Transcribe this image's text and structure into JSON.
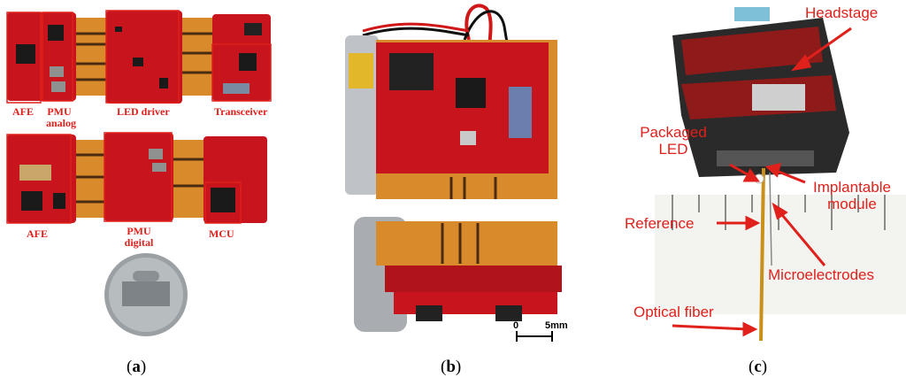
{
  "panel_a": {
    "labels": {
      "afe_top": "AFE",
      "pmu_analog": "PMU analog",
      "led_driver": "LED driver",
      "transceiver": "Transceiver",
      "afe_bottom": "AFE",
      "pmu_digital": "PMU digital",
      "mcu": "MCU"
    },
    "caption": "a"
  },
  "panel_b": {
    "scale_zero": "0",
    "scale_length": "5mm",
    "caption": "b"
  },
  "panel_c": {
    "labels": {
      "headstage": "Headstage",
      "packaged_led": "Packaged LED",
      "implantable_module": "Implantable module",
      "reference": "Reference",
      "microelectrodes": "Microelectrodes",
      "optical_fiber": "Optical fiber"
    },
    "caption": "c"
  },
  "colors": {
    "pcb_red": "#c8141c",
    "flex_orange": "#d98a2a",
    "annotation_red": "#e0201b"
  }
}
